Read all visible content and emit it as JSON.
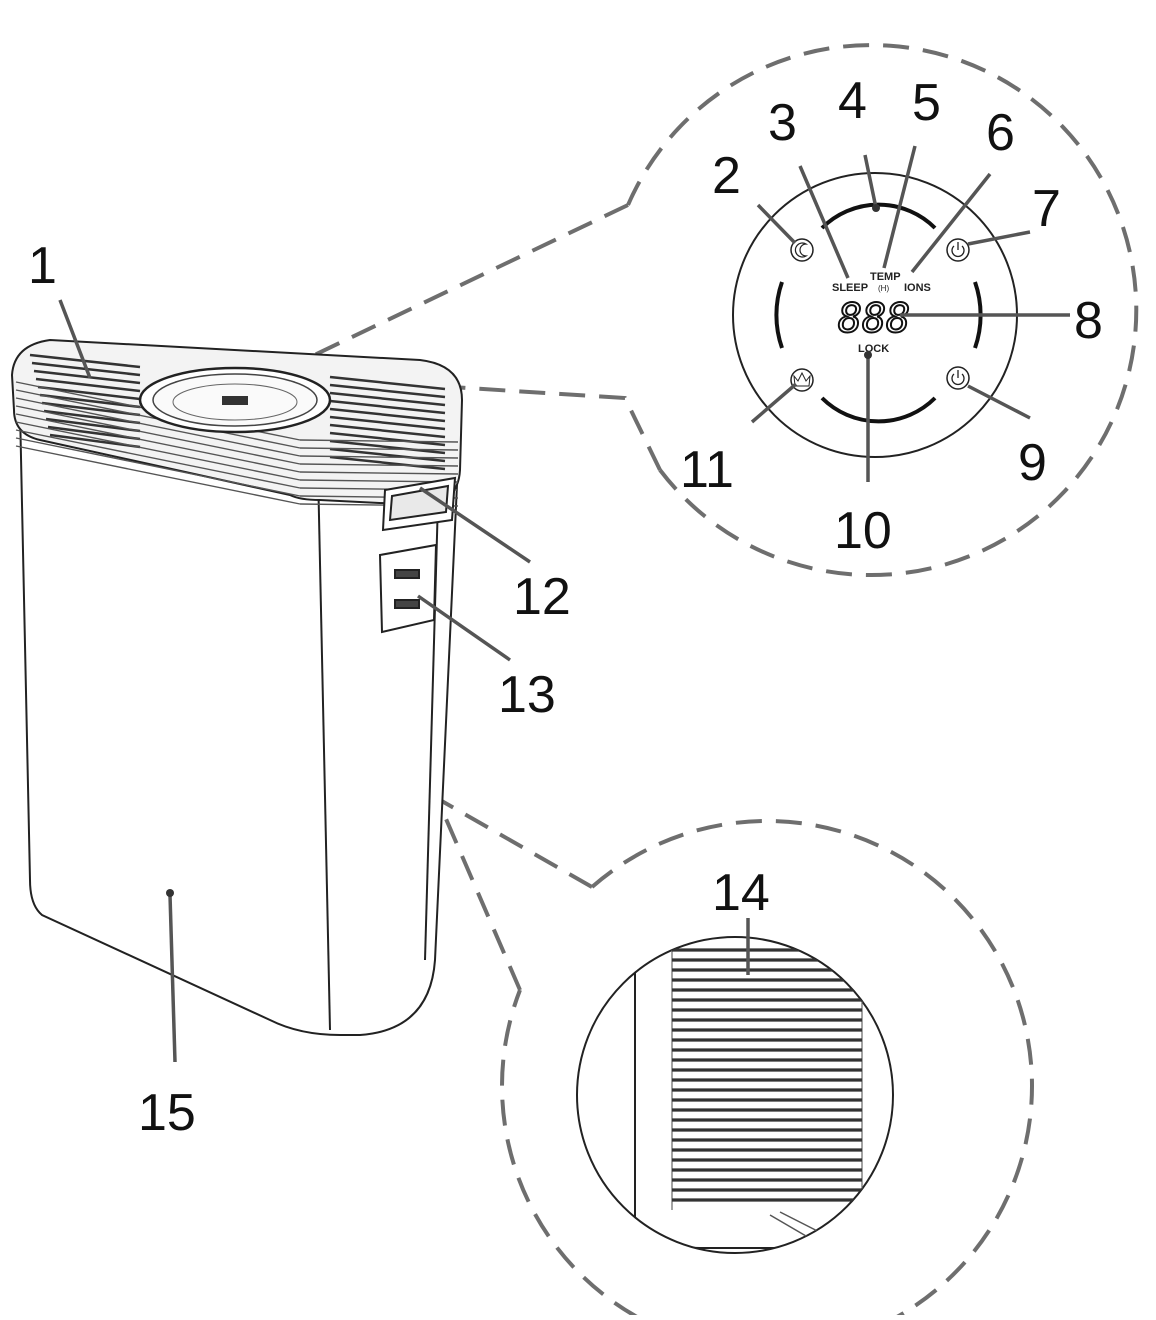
{
  "callouts": [
    {
      "id": "1",
      "label": "1"
    },
    {
      "id": "2",
      "label": "2"
    },
    {
      "id": "3",
      "label": "3"
    },
    {
      "id": "4",
      "label": "4"
    },
    {
      "id": "5",
      "label": "5"
    },
    {
      "id": "6",
      "label": "6"
    },
    {
      "id": "7",
      "label": "7"
    },
    {
      "id": "8",
      "label": "8"
    },
    {
      "id": "9",
      "label": "9"
    },
    {
      "id": "10",
      "label": "10"
    },
    {
      "id": "11",
      "label": "11"
    },
    {
      "id": "12",
      "label": "12"
    },
    {
      "id": "13",
      "label": "13"
    },
    {
      "id": "14",
      "label": "14"
    },
    {
      "id": "15",
      "label": "15"
    }
  ],
  "control_panel": {
    "sleep_label": "SLEEP",
    "temp_label": "TEMP",
    "temp_sub": "(H)",
    "ions_label": "IONS",
    "lock_label": "LOCK",
    "display_digits": "888"
  }
}
